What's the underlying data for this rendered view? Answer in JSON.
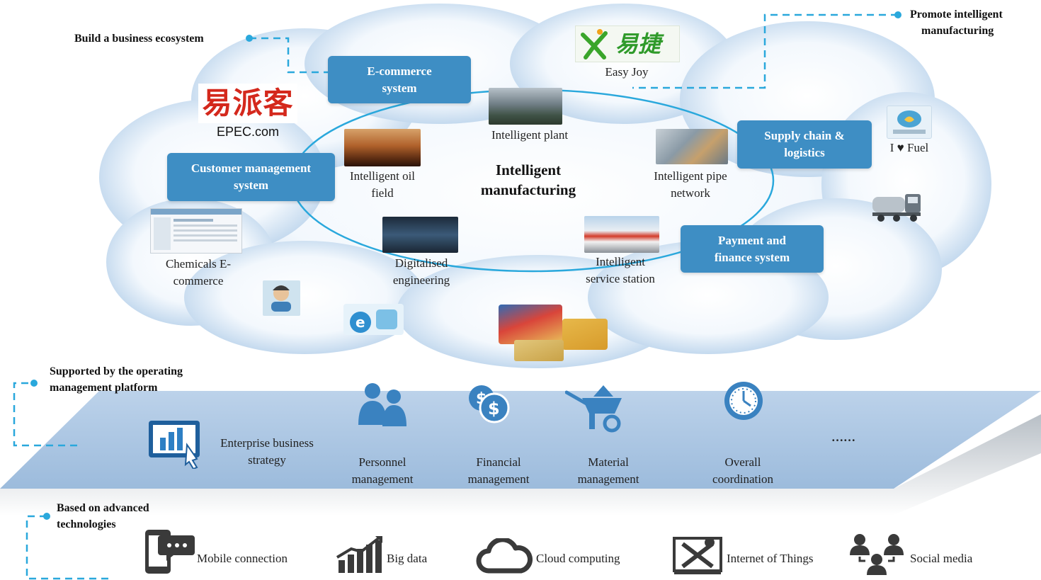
{
  "colors": {
    "system_box": "#3e8ec4",
    "connector": "#2aa8dc",
    "cloud_edge": "#a9c8e6",
    "cloud_center": "#ffffff",
    "platform": "#a7c3e0",
    "icon_blue": "#3a82c0",
    "icon_dark": "#3a3a3a"
  },
  "callouts": {
    "ecosystem": "Build a business ecosystem",
    "intelligent_line1": "Promote intelligent",
    "intelligent_line2": "manufacturing",
    "operating_line1": "Supported by the operating",
    "operating_line2": "management platform",
    "tech_line1": "Based on advanced",
    "tech_line2": "technologies"
  },
  "center": {
    "line1": "Intelligent",
    "line2": "manufacturing"
  },
  "systems": {
    "ecommerce_1": "E-commerce",
    "ecommerce_2": "system",
    "customer_1": "Customer management",
    "customer_2": "system",
    "supply_1": "Supply chain &",
    "supply_2": "logistics",
    "payment_1": "Payment and",
    "payment_2": "finance system"
  },
  "ring_items": {
    "plant": "Intelligent plant",
    "oil_1": "Intelligent oil",
    "oil_2": "field",
    "pipe_1": "Intelligent pipe",
    "pipe_2": "network",
    "digital_1": "Digitalised",
    "digital_2": "engineering",
    "station_1": "Intelligent",
    "station_2": "service station"
  },
  "partners": {
    "epec_logo": "易派客",
    "epec_caption": "EPEC.com",
    "easyjoy_logo": "易捷",
    "easyjoy_caption": "Easy Joy",
    "ifuel_caption": "I ♥ Fuel",
    "chem_1": "Chemicals E-",
    "chem_2": "commerce"
  },
  "platform": {
    "strategy_1": "Enterprise business",
    "strategy_2": "strategy",
    "personnel_1": "Personnel",
    "personnel_2": "management",
    "financial_1": "Financial",
    "financial_2": "management",
    "material_1": "Material",
    "material_2": "management",
    "overall_1": "Overall",
    "overall_2": "coordination",
    "more": "……"
  },
  "technologies": {
    "mobile": "Mobile connection",
    "bigdata": "Big data",
    "cloud": "Cloud computing",
    "iot": "Internet of Things",
    "social": "Social media"
  },
  "icons": [
    "mobile-chat-icon",
    "bar-chart-icon",
    "cloud-icon",
    "iot-tools-icon",
    "people-network-icon",
    "tablet-chart-icon",
    "people-icon",
    "coins-icon",
    "wheelbarrow-icon",
    "clock-icon"
  ]
}
